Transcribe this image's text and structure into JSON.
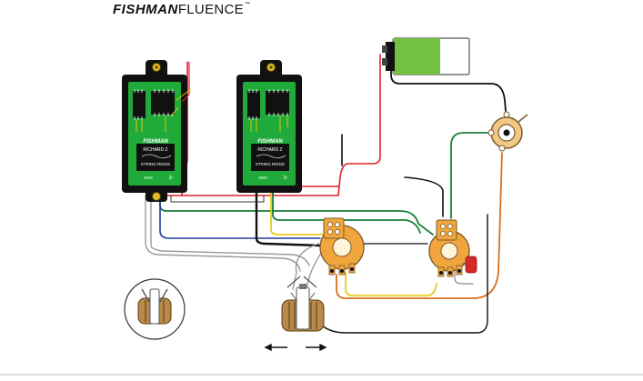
{
  "header": {
    "brand_main": "FISHMAN",
    "brand_sub": "FLUENCE",
    "brand_tm": "™"
  },
  "pickups": [
    {
      "logo": "FISHMAN",
      "model_line1": "RICHARD Z",
      "model_line2": "STRING RIDGE"
    },
    {
      "logo": "FISHMAN",
      "model_line1": "RICHARD Z",
      "model_line2": "STRING RIDGE"
    }
  ],
  "colors": {
    "pickup_body": "#111111",
    "pcb": "#1faa3a",
    "battery_green": "#73c043",
    "wire_red": "#e0202a",
    "wire_green": "#17803a",
    "wire_blue": "#1f3b9c",
    "wire_black": "#111111",
    "wire_yellow": "#e8c400",
    "wire_orange": "#d7701f",
    "pot_orange": "#f0a63c",
    "capacitor": "#d62828"
  },
  "icons": [
    "fishman-logo",
    "battery-icon",
    "output-jack-icon",
    "potentiometer-icon",
    "rotary-switch-icon",
    "capacitor-icon",
    "arrow-left-icon",
    "arrow-right-icon"
  ]
}
